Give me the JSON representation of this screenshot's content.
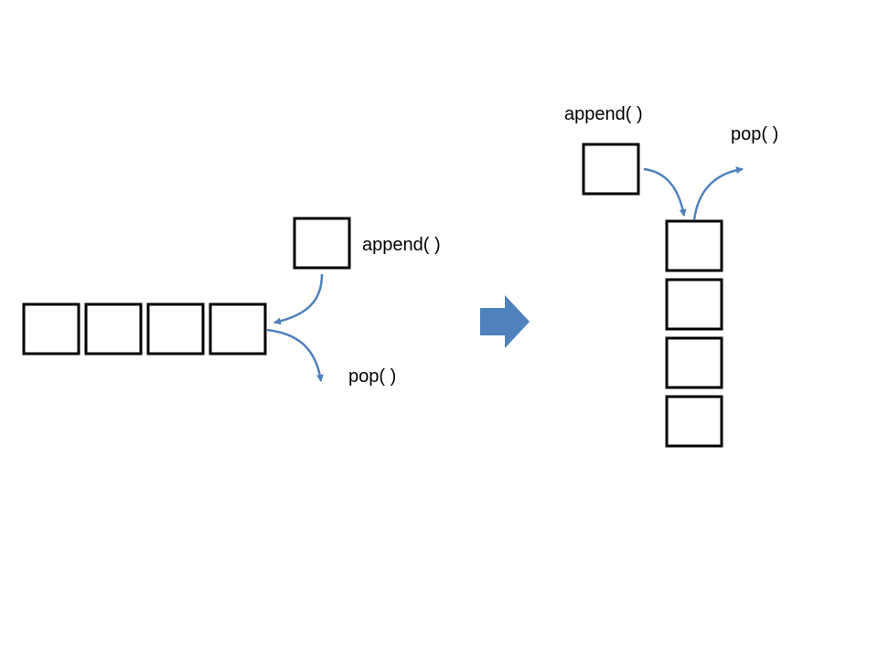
{
  "left_diagram": {
    "append_label": "append( )",
    "pop_label": "pop( )"
  },
  "right_diagram": {
    "append_label": "append( )",
    "pop_label": "pop( )"
  },
  "colors": {
    "arrow": "#4f81bd",
    "box_stroke": "#000000"
  }
}
